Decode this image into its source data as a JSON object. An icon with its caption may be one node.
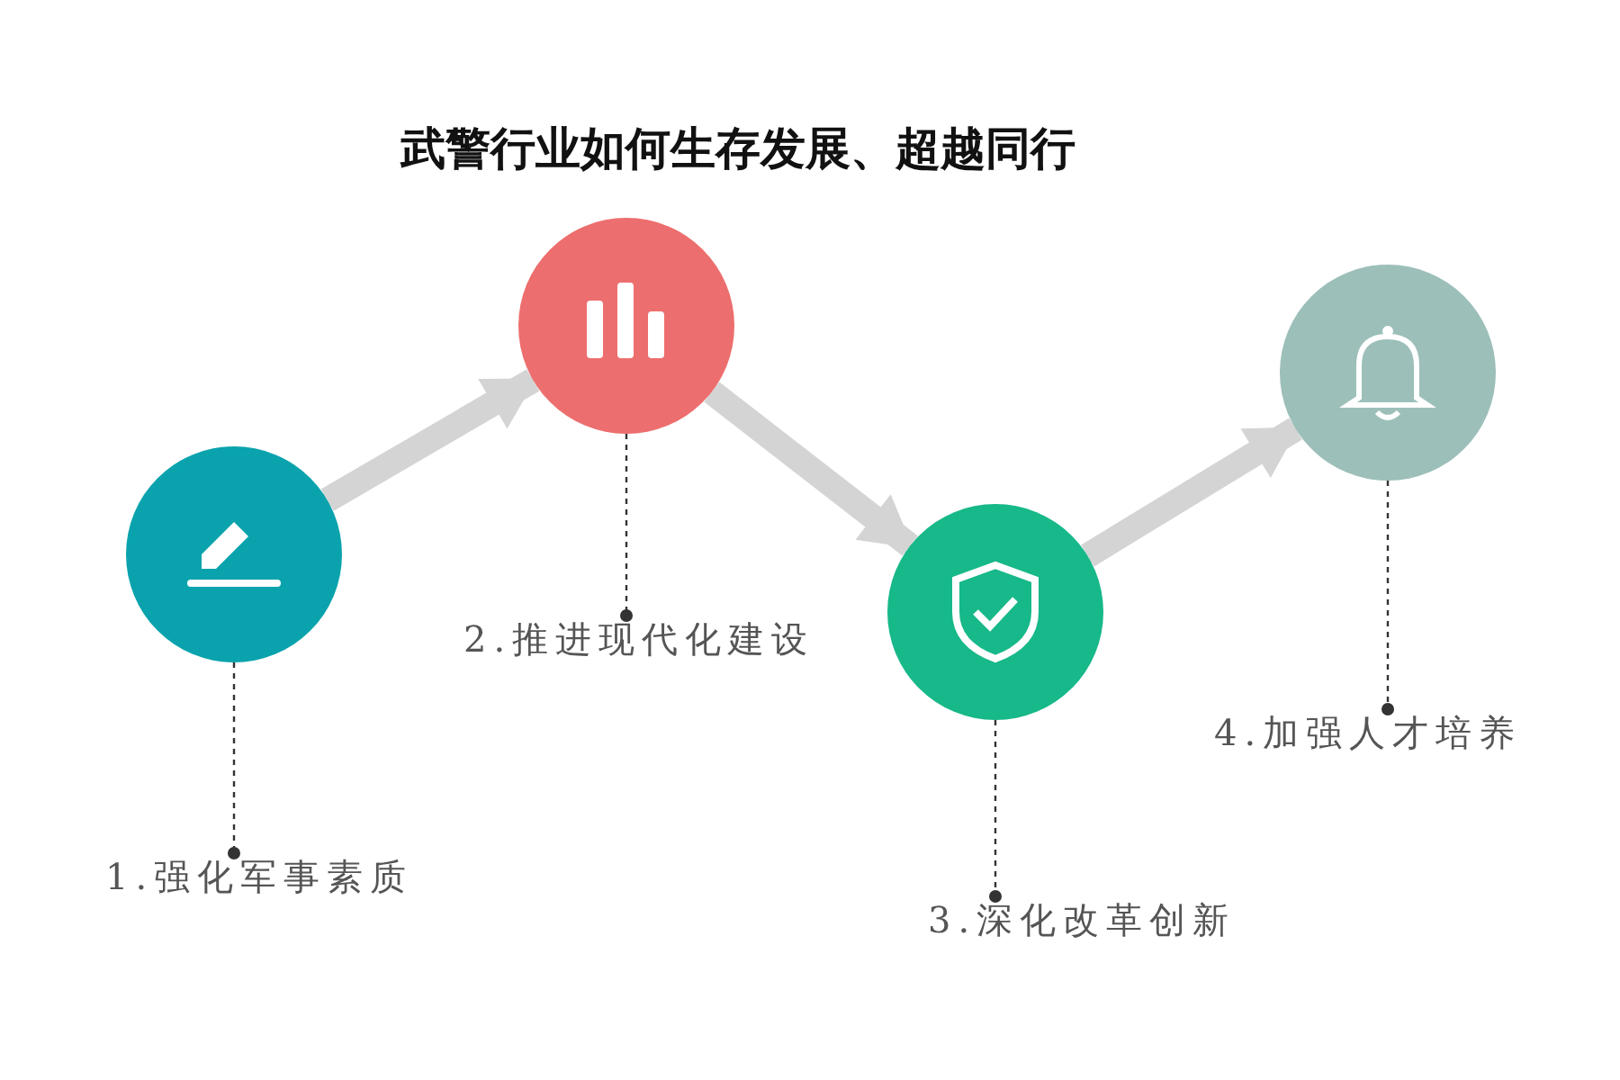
{
  "diagram": {
    "title": "武警行业如何生存发展、超越同行",
    "nodes": [
      {
        "text": [],
        "shape": "circle"
      },
      {
        "text": [
          "1.强化军事素质"
        ]
      },
      {
        "text": [],
        "shape": "circle"
      },
      {
        "text": [
          "2.推进现代化建设"
        ]
      },
      {
        "text": [],
        "shape": "circle"
      },
      {
        "text": [
          "3.深化改革创新"
        ]
      },
      {
        "text": [],
        "shape": "circle"
      },
      {
        "text": [
          "4.加强人才培养"
        ]
      }
    ],
    "edges": [
      {
        "from": 0,
        "to": 2,
        "arrow": "to",
        "style": "thick",
        "color": "#d4d4d4"
      },
      {
        "from": 2,
        "to": 4,
        "arrow": "to",
        "style": "thick",
        "color": "#d4d4d4"
      },
      {
        "from": 4,
        "to": 6,
        "arrow": "to",
        "style": "thick",
        "color": "#d4d4d4"
      },
      {
        "from": 0,
        "to": 1,
        "arrow": "other",
        "style": "dashed"
      },
      {
        "from": 2,
        "to": 3,
        "arrow": "other",
        "style": "dashed"
      },
      {
        "from": 4,
        "to": 5,
        "arrow": "other",
        "style": "dashed"
      },
      {
        "from": 6,
        "to": 7,
        "arrow": "other",
        "style": "dashed"
      }
    ]
  }
}
